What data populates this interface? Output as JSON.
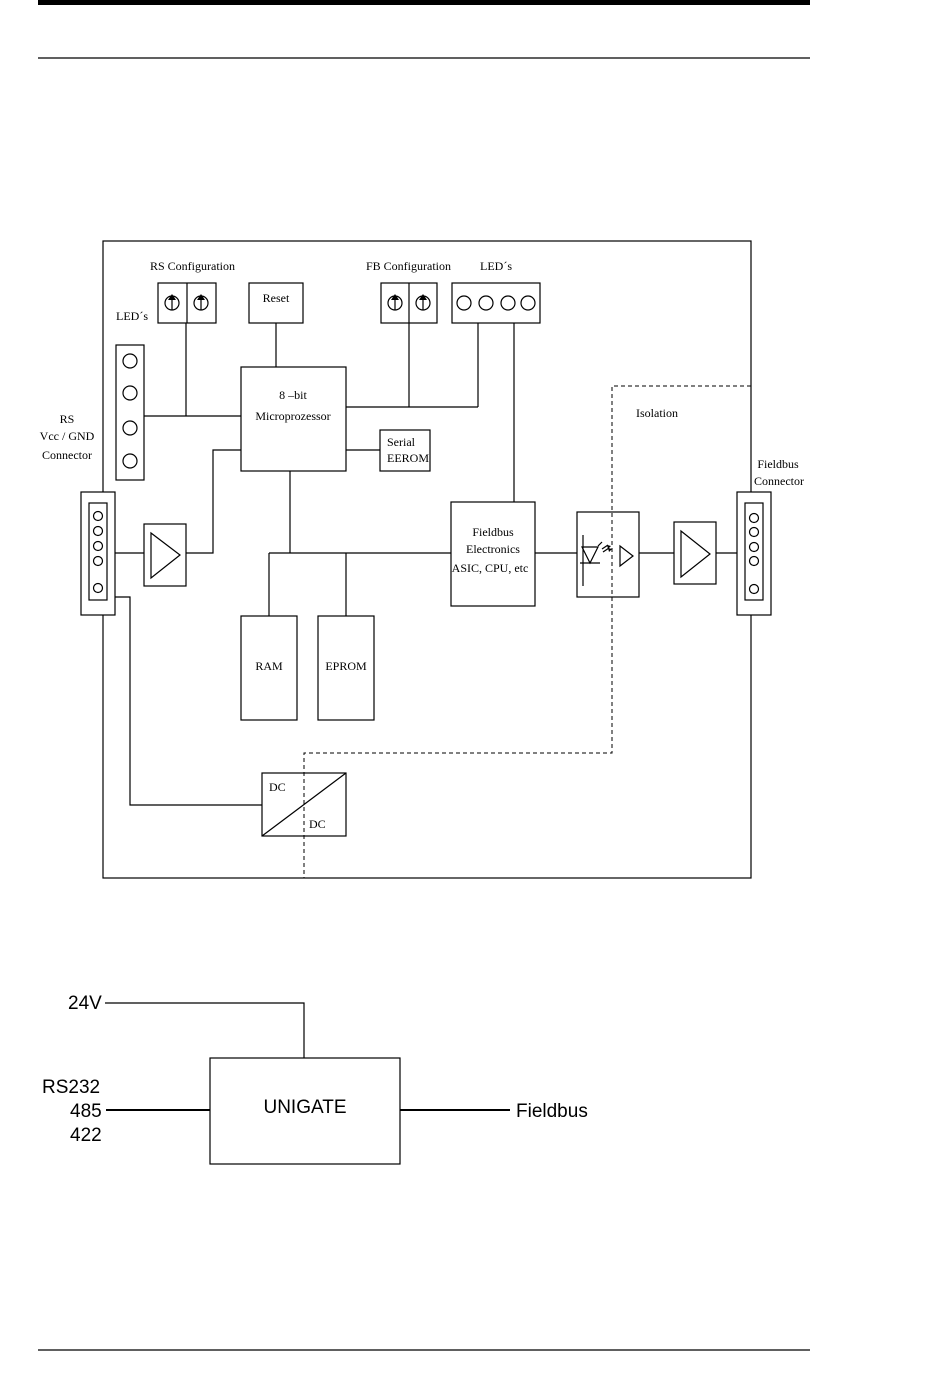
{
  "block_diagram": {
    "rs_configuration": "RS Configuration",
    "fb_configuration": "FB Configuration",
    "reset": "Reset",
    "leds_top": "LED´s",
    "leds_left": "LED´s",
    "rs_connector": [
      "RS",
      "Vcc / GND",
      "Connector"
    ],
    "microprocessor": [
      "8 –bit",
      "Microprozessor"
    ],
    "serial_eerom": [
      "Serial",
      "EEROM"
    ],
    "isolation": "Isolation",
    "fieldbus_connector": [
      "Fieldbus",
      "Connector"
    ],
    "fieldbus_electronics": [
      "Fieldbus",
      "Electronics",
      "ASIC, CPU, etc"
    ],
    "ram": "RAM",
    "eprom": "EPROM",
    "dc_in": "DC",
    "dc_out": "DC"
  },
  "overview_diagram": {
    "power": "24V",
    "interfaces": [
      "RS232",
      "485",
      "422"
    ],
    "device": "UNIGATE",
    "fieldbus": "Fieldbus"
  }
}
